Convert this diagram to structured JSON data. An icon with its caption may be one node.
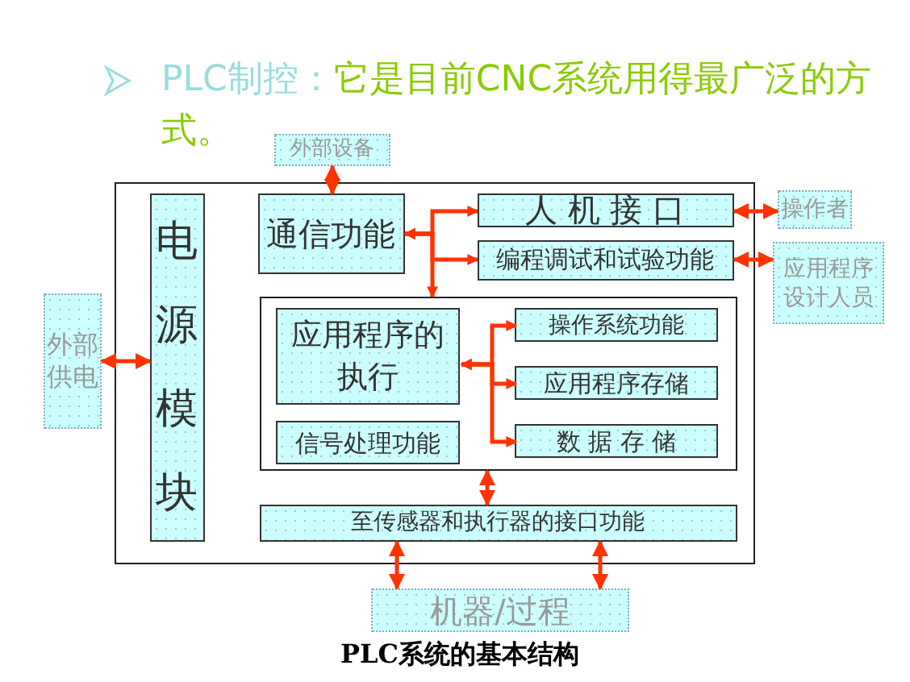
{
  "diagram": {
    "title": "PLC制控：",
    "caption": "PLC系统的基本结构",
    "nodes": [
      {
        "text": [],
        "shape": "box"
      },
      {
        "text": [
          "外部设备"
        ]
      },
      {
        "text": [
          "电源模块"
        ],
        "in": 0
      },
      {
        "text": [
          "通信功能"
        ],
        "in": 0
      },
      {
        "text": [
          "人 机 接 口"
        ],
        "in": 0
      },
      {
        "text": [
          "编程调试和试验功能"
        ],
        "in": 0
      },
      {
        "text": [
          "操作者"
        ]
      },
      {
        "text": [
          "应用程序设计人员"
        ]
      },
      {
        "text": [
          "外部供电"
        ]
      },
      {
        "text": [],
        "shape": "box",
        "in": 0
      },
      {
        "text": [
          "应用程序的执行"
        ],
        "in": 9
      },
      {
        "text": [
          "信号处理功能"
        ],
        "in": 9
      },
      {
        "text": [
          "操作系统功能"
        ],
        "in": 9
      },
      {
        "text": [
          "应用程序存储"
        ],
        "in": 9
      },
      {
        "text": [
          "数 据 存 储"
        ],
        "in": 9
      },
      {
        "text": [
          "至传感器和执行器的接口功能"
        ],
        "in": 0
      },
      {
        "text": [
          "机器/过程"
        ]
      }
    ],
    "edges": [
      {
        "from": 1,
        "to": 3,
        "arrow": "both"
      },
      {
        "from": 8,
        "to": 2,
        "arrow": "both"
      },
      {
        "from": 3,
        "to": 4,
        "arrow": "both"
      },
      {
        "from": 3,
        "to": 5,
        "arrow": "both"
      },
      {
        "from": 3,
        "to": 9,
        "arrow": "both"
      },
      {
        "from": 4,
        "to": 6,
        "arrow": "both"
      },
      {
        "from": 5,
        "to": 7,
        "arrow": "both"
      },
      {
        "from": 10,
        "to": 12,
        "arrow": "both"
      },
      {
        "from": 10,
        "to": 13,
        "arrow": "both"
      },
      {
        "from": 10,
        "to": 14,
        "arrow": "both"
      },
      {
        "from": 9,
        "to": 15,
        "arrow": "both"
      },
      {
        "from": 15,
        "to": 16,
        "arrow": "both"
      },
      {
        "from": 15,
        "to": 16,
        "arrow": "both"
      }
    ],
    "labels": [
      "它是目前CNC系统用得最广泛的方式。"
    ]
  }
}
